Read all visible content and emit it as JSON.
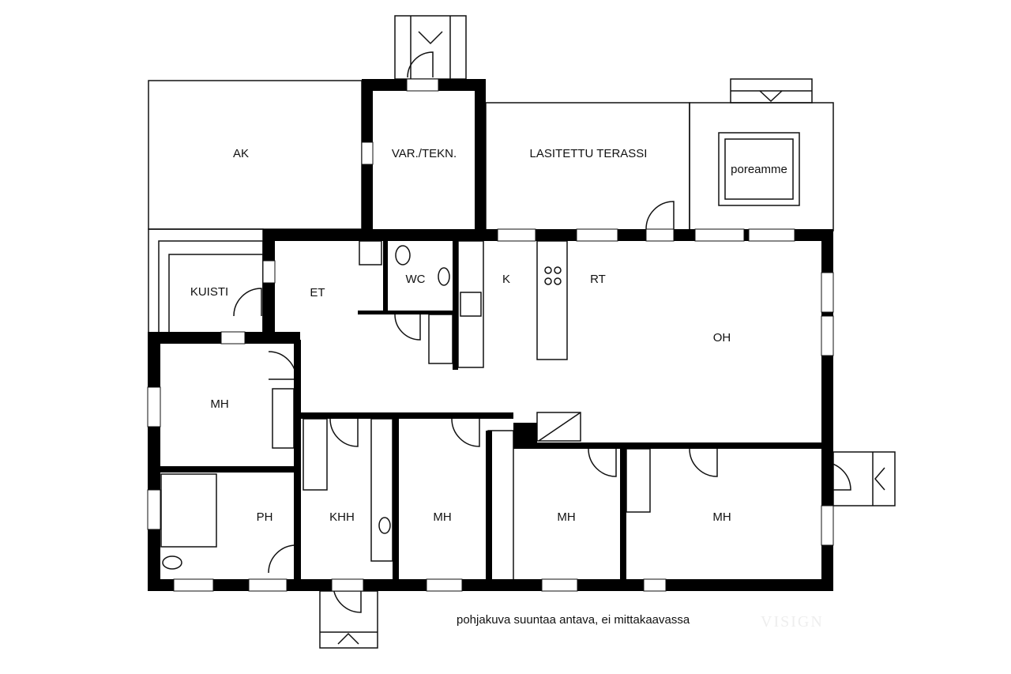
{
  "rooms": {
    "ak": "AK",
    "var_tekn": "VAR./TEKN.",
    "lasitettu_terassi": "LASITETTU TERASSI",
    "poreamme": "poreamme",
    "kuisti": "KUISTI",
    "et": "ET",
    "wc": "WC",
    "k": "K",
    "rt": "RT",
    "oh": "OH",
    "mh_left": "MH",
    "ph": "PH",
    "khh": "KHH",
    "mh_1": "MH",
    "mh_2": "MH",
    "mh_3": "MH"
  },
  "note": "pohjakuva suuntaa antava, ei mittakaavassa",
  "watermark": "VISIGN"
}
